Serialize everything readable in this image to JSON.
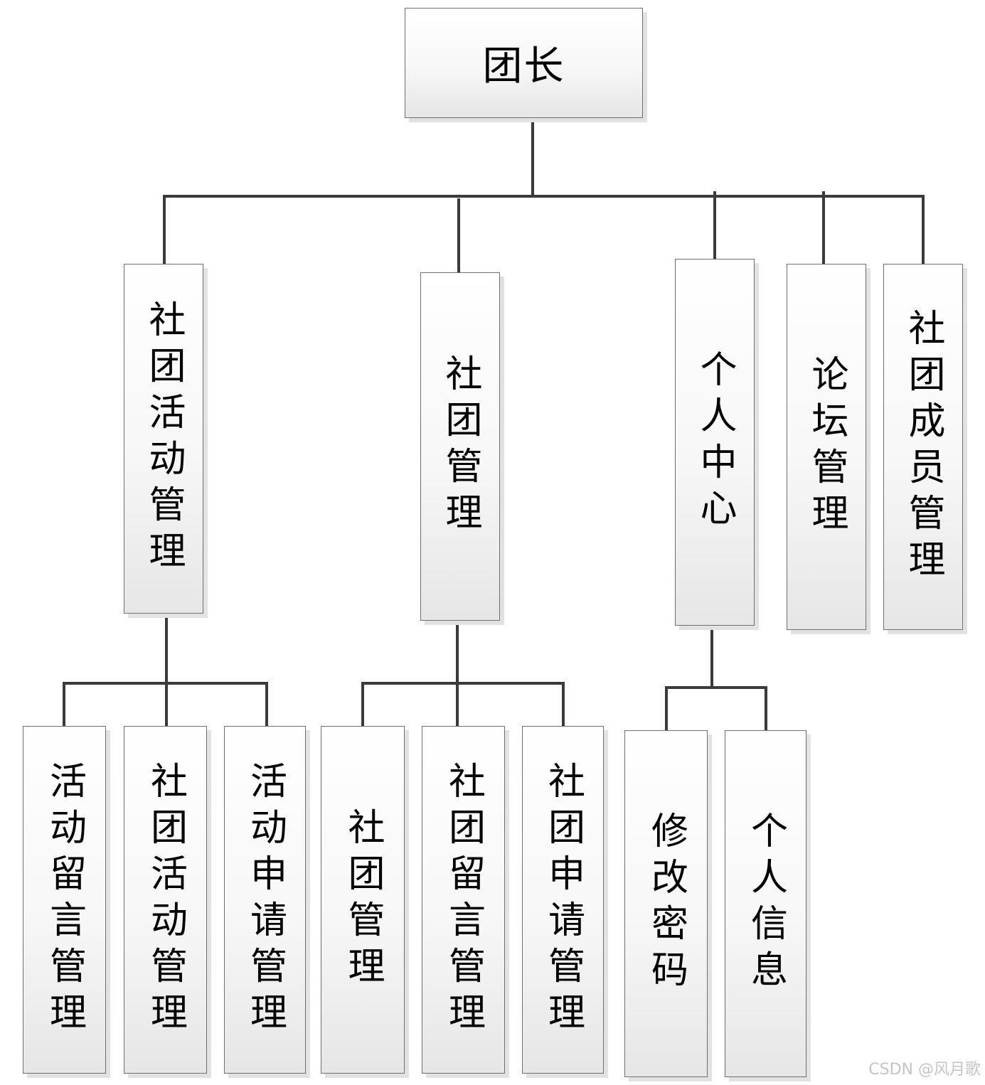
{
  "root": "团长",
  "level1": {
    "activity_mgmt": "社团活动管理",
    "club_mgmt": "社团管理",
    "personal_center": "个人中心",
    "forum_mgmt": "论坛管理",
    "member_mgmt": "社团成员管理"
  },
  "level2": {
    "activity_message_mgmt": "活动留言管理",
    "club_activity_mgmt": "社团活动管理",
    "activity_application_mgmt": "活动申请管理",
    "club_mgmt": "社团管理",
    "club_message_mgmt": "社团留言管理",
    "club_application_mgmt": "社团申请管理",
    "change_password": "修改密码",
    "personal_info": "个人信息"
  },
  "watermark": "CSDN @风月歌"
}
